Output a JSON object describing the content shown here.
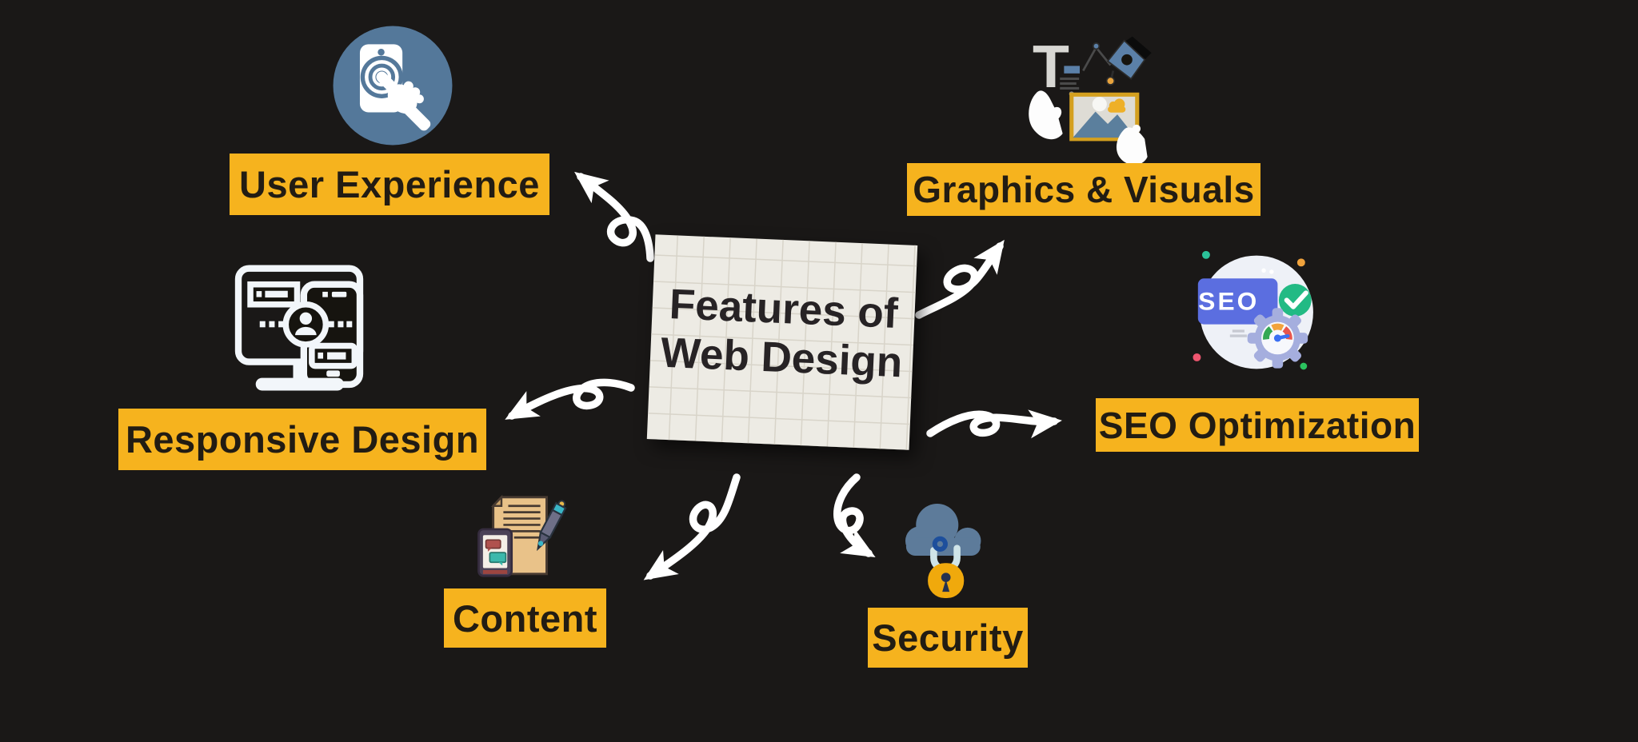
{
  "title": {
    "line1": "Features of",
    "line2": "Web Design"
  },
  "nodes": {
    "user_experience": {
      "label": "User Experience",
      "icon": "touch-phone-icon"
    },
    "graphics_visuals": {
      "label": "Graphics & Visuals",
      "icon": "design-tools-icon"
    },
    "responsive_design": {
      "label": "Responsive Design",
      "icon": "responsive-devices-icon"
    },
    "seo_optimization": {
      "label": "SEO Optimization",
      "icon": "seo-gauge-icon",
      "badge": "SEO"
    },
    "content": {
      "label": "Content",
      "icon": "document-pen-phone-icon"
    },
    "security": {
      "label": "Security",
      "icon": "cloud-lock-icon"
    }
  },
  "colors": {
    "background": "#1a1817",
    "label_background": "#f6b31e",
    "label_text": "#221c13",
    "card_background": "#edebe4",
    "card_text": "#272325",
    "arrow": "#ffffff",
    "ux_circle": "#54789a",
    "seo_card_blue": "#5b6ee0",
    "check_green": "#22ba84",
    "gear_lavender": "#a5aede",
    "padlock_yellow": "#f0a90c",
    "cloud_slate": "#5d7b9a"
  }
}
